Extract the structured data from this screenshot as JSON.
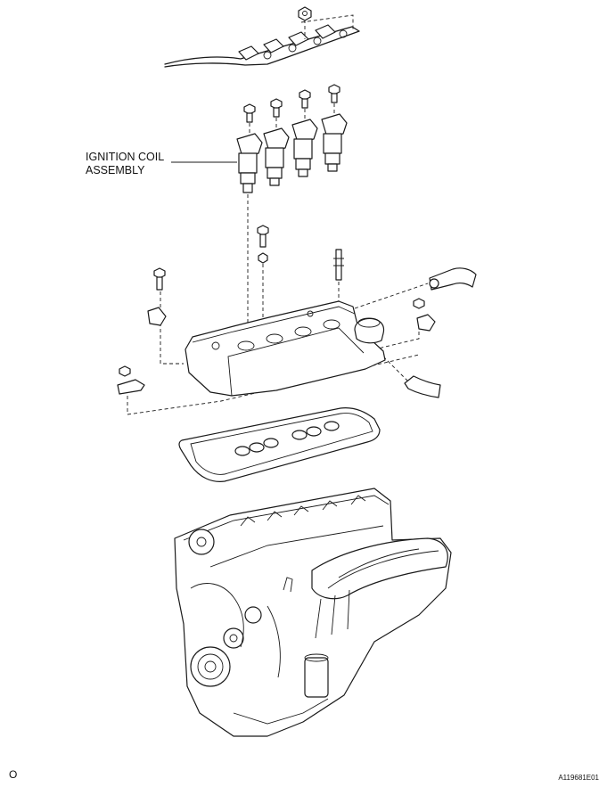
{
  "callout": {
    "line1": "IGNITION COIL",
    "line2": "ASSEMBLY"
  },
  "page_number": "O",
  "figure_id": "A119681E01",
  "icons": [
    "wire-harness-icon",
    "ignition-coil-icon",
    "bolt-icon",
    "nut-icon",
    "cylinder-head-cover-icon",
    "gasket-icon",
    "hose-icon",
    "bracket-icon",
    "engine-block-icon"
  ]
}
